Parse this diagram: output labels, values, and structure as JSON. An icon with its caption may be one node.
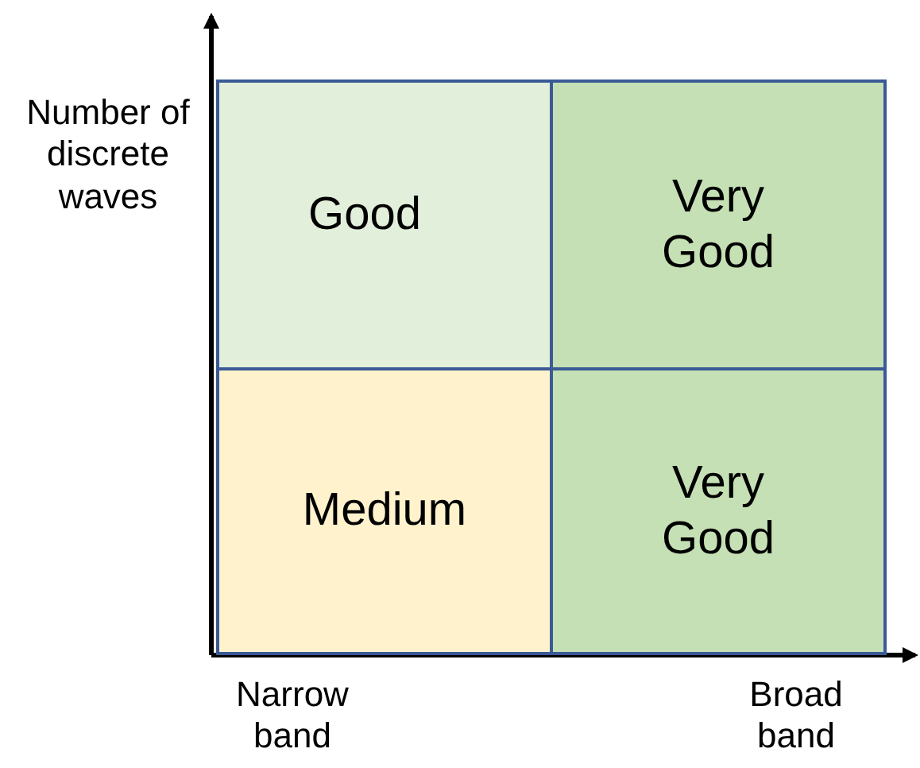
{
  "diagram": {
    "nodes": [
      {
        "text": [
          "Good"
        ]
      },
      {
        "text": [
          "Very Good"
        ]
      },
      {
        "text": [
          "Medium"
        ]
      },
      {
        "text": [
          "Very Good"
        ]
      }
    ],
    "labels": [
      "Number of discrete waves",
      "Narrow band",
      "Broad band"
    ]
  }
}
